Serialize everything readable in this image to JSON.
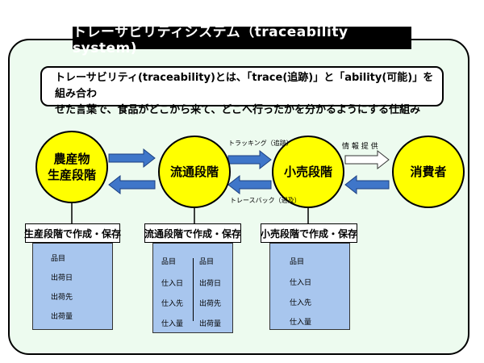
{
  "title": "トレーサビリティシステム（traceability system)",
  "description": {
    "line1": "トレーサビリティ(traceability)とは、「trace(追跡)」と「ability(可能)」を組み合わ",
    "line2": "せた言葉で、食品がどこから来て、どこへ行ったかを分かるようにする仕組み"
  },
  "nodes": {
    "producer_line1": "農産物",
    "producer_line2": "生産段階",
    "distribution": "流通段階",
    "retail": "小売段階",
    "consumer": "消費者"
  },
  "flow_labels": {
    "tracking": "トラッキング（追跡）",
    "traceback": "トレースバック（遡及）",
    "info": "情 報 提 供"
  },
  "records": {
    "production": {
      "title": "生産段階で作成・保存",
      "items": [
        "品目",
        "出荷日",
        "出荷先",
        "出荷量"
      ]
    },
    "distribution": {
      "title": "流通段階で作成・保存",
      "left_items": [
        "品目",
        "仕入日",
        "仕入先",
        "仕入量"
      ],
      "right_items": [
        "品目",
        "出荷日",
        "出荷先",
        "出荷量"
      ]
    },
    "retail": {
      "title": "小売段階で作成・保存",
      "items": [
        "品目",
        "仕入日",
        "仕入先",
        "仕入量"
      ]
    }
  },
  "colors": {
    "panel": "#edfbef",
    "node": "#ffff00",
    "arrow": "#3f76c9",
    "record": "#a8c6ee",
    "title_bg": "#000000"
  }
}
